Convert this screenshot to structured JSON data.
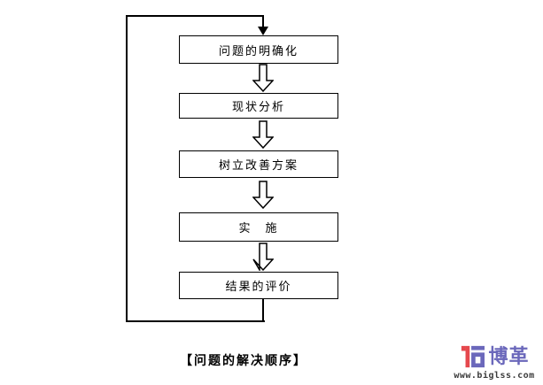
{
  "diagram": {
    "caption": "【问题的解决顺序】",
    "steps": [
      {
        "id": 1,
        "label": "问题的明确化"
      },
      {
        "id": 2,
        "label": "现状分析"
      },
      {
        "id": 3,
        "label": "树立改善方案"
      },
      {
        "id": 4,
        "label": "实　施"
      },
      {
        "id": 5,
        "label": "结果的评价"
      }
    ],
    "flow": "step1 → step2 → step3 → step4 → step5 → feedback loop returns to step1",
    "line_color": "#000000",
    "box_fill": "#ffffff"
  },
  "logo": {
    "name": "博革",
    "url": "www.biglss.com",
    "mark_icon": "biglss-logo-mark",
    "colors": {
      "mark_red": "#e5484d",
      "mark_blue": "#6b68bb",
      "name_text": "#6b68bb",
      "url_text": "#3b3b3b"
    }
  }
}
